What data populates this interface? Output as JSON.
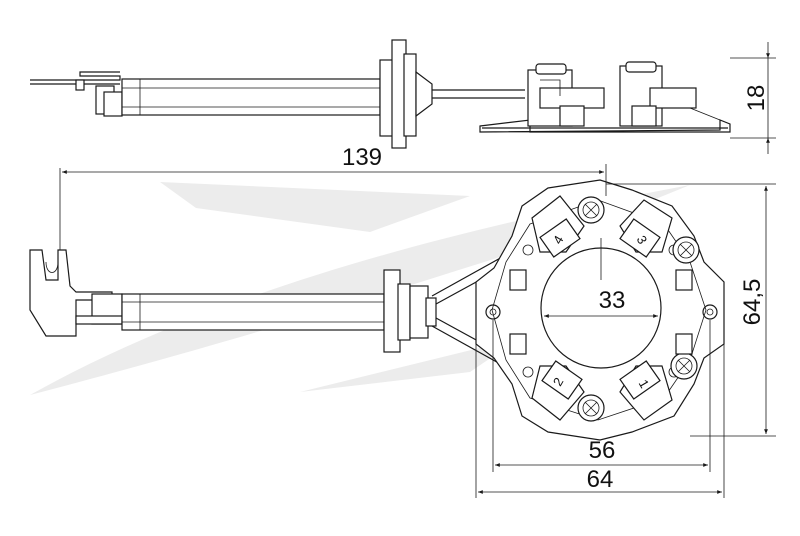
{
  "colors": {
    "line": "#1a1a1a",
    "watermark": "#ececec",
    "background": "#ffffff"
  },
  "dimensions": {
    "side_height": "18",
    "overall_length": "139",
    "commutator_diameter": "33",
    "height": "64,5",
    "inner_width": "56",
    "outer_width": "64"
  },
  "brush_numbers": {
    "top_left": "4",
    "top_right": "3",
    "bottom_left": "2",
    "bottom_right": "1"
  }
}
